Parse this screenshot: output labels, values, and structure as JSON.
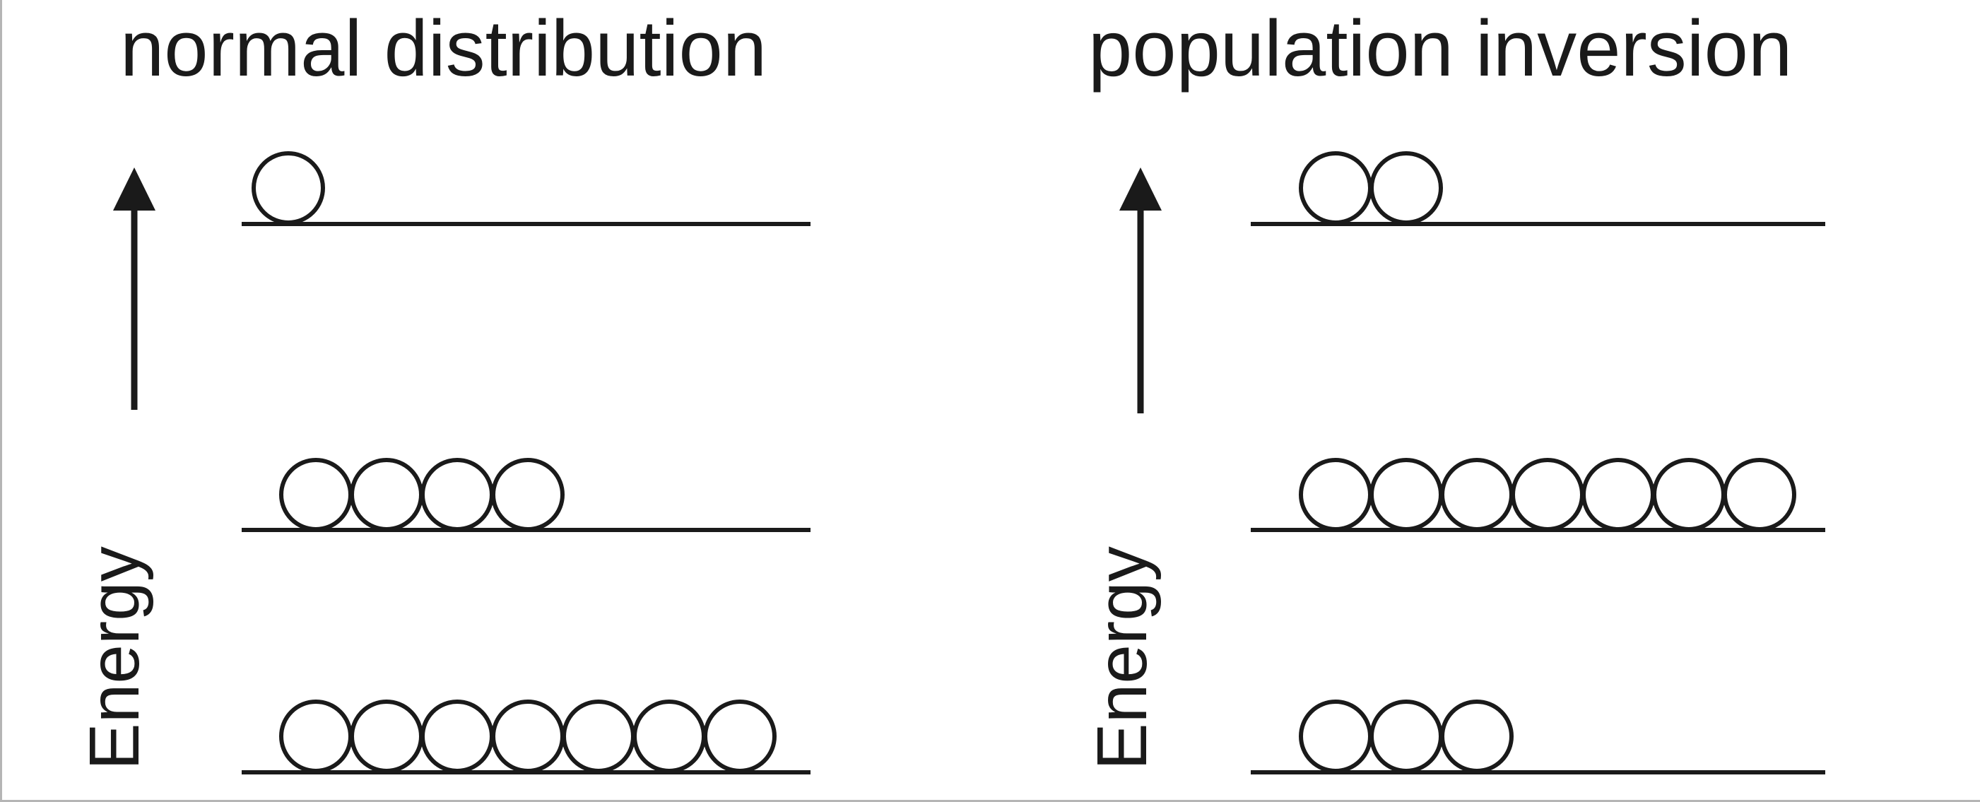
{
  "panels": [
    {
      "id": "normal",
      "title": "normal distribution",
      "axis_label": "Energy",
      "levels": [
        {
          "name": "upper",
          "particles": 1
        },
        {
          "name": "middle",
          "particles": 4
        },
        {
          "name": "ground",
          "particles": 7
        }
      ]
    },
    {
      "id": "inversion",
      "title": "population inversion",
      "axis_label": "Energy",
      "levels": [
        {
          "name": "upper",
          "particles": 2
        },
        {
          "name": "middle",
          "particles": 7
        },
        {
          "name": "ground",
          "particles": 3
        }
      ]
    }
  ],
  "colors": {
    "ink": "#1a1a1a",
    "background": "#ffffff",
    "frame": "#b5b5b5"
  }
}
